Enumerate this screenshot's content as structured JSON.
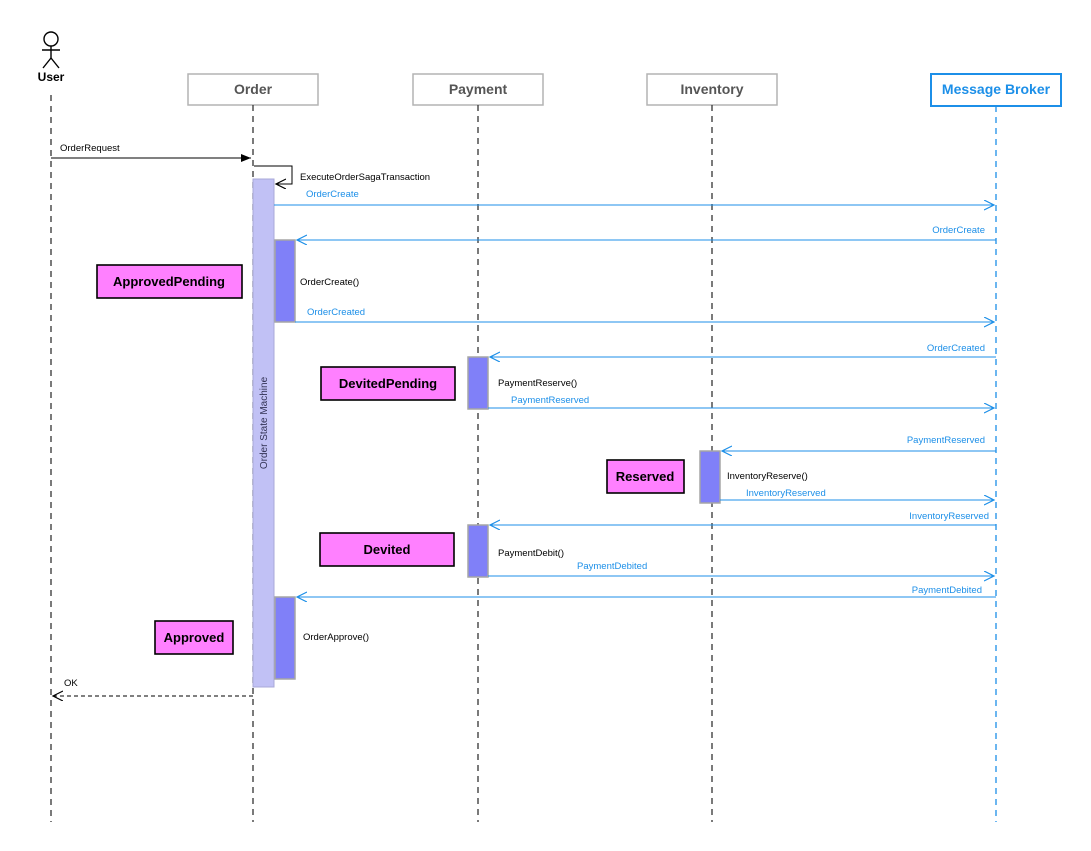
{
  "actor": {
    "name": "User"
  },
  "lanes": [
    {
      "id": "order",
      "title": "Order"
    },
    {
      "id": "payment",
      "title": "Payment"
    },
    {
      "id": "inventory",
      "title": "Inventory"
    },
    {
      "id": "broker",
      "title": "Message Broker"
    }
  ],
  "state_machine_label": "Order State Machine",
  "messages": [
    {
      "id": "order-request",
      "label": "OrderRequest",
      "from": "user",
      "to": "order",
      "style": "sync"
    },
    {
      "id": "execute-saga",
      "label": "ExecuteOrderSagaTransaction",
      "from": "order",
      "to": "order",
      "style": "self"
    },
    {
      "id": "order-create-out",
      "label": "OrderCreate",
      "from": "order",
      "to": "broker",
      "style": "async"
    },
    {
      "id": "order-create-in",
      "label": "OrderCreate",
      "from": "broker",
      "to": "order",
      "style": "async"
    },
    {
      "id": "order-create-call",
      "label": "OrderCreate()",
      "style": "note"
    },
    {
      "id": "order-created-out",
      "label": "OrderCreated",
      "from": "order",
      "to": "broker",
      "style": "async"
    },
    {
      "id": "order-created-in",
      "label": "OrderCreated",
      "from": "broker",
      "to": "payment",
      "style": "async"
    },
    {
      "id": "payment-reserve-call",
      "label": "PaymentReserve()",
      "style": "note"
    },
    {
      "id": "payment-reserved-out",
      "label": "PaymentReserved",
      "from": "payment",
      "to": "broker",
      "style": "async"
    },
    {
      "id": "payment-reserved-in",
      "label": "PaymentReserved",
      "from": "broker",
      "to": "inventory",
      "style": "async"
    },
    {
      "id": "inventory-reserve-call",
      "label": "InventoryReserve()",
      "style": "note"
    },
    {
      "id": "inventory-reserved-out",
      "label": "InventoryReserved",
      "from": "inventory",
      "to": "broker",
      "style": "async"
    },
    {
      "id": "inventory-reserved-in",
      "label": "InventoryReserved",
      "from": "broker",
      "to": "payment",
      "style": "async"
    },
    {
      "id": "payment-debit-call",
      "label": "PaymentDebit()",
      "style": "note"
    },
    {
      "id": "payment-debited-out",
      "label": "PaymentDebited",
      "from": "payment",
      "to": "broker",
      "style": "async"
    },
    {
      "id": "payment-debited-in",
      "label": "PaymentDebited",
      "from": "broker",
      "to": "order",
      "style": "async"
    },
    {
      "id": "order-approve-call",
      "label": "OrderApprove()",
      "style": "note"
    },
    {
      "id": "ok-reply",
      "label": "OK",
      "from": "order",
      "to": "user",
      "style": "return"
    }
  ],
  "states": [
    {
      "id": "approved-pending",
      "label": "ApprovedPending"
    },
    {
      "id": "devited-pending",
      "label": "DevitedPending"
    },
    {
      "id": "reserved",
      "label": "Reserved"
    },
    {
      "id": "devited",
      "label": "Devited"
    },
    {
      "id": "approved",
      "label": "Approved"
    }
  ],
  "colors": {
    "async_message": "#1c8fe8",
    "sync_message": "#000000",
    "state_fill": "#ff80ff",
    "activation_fill": "#8080f8",
    "state_machine_fill": "#c1c1f5",
    "broker_accent": "#1c8fe8"
  }
}
